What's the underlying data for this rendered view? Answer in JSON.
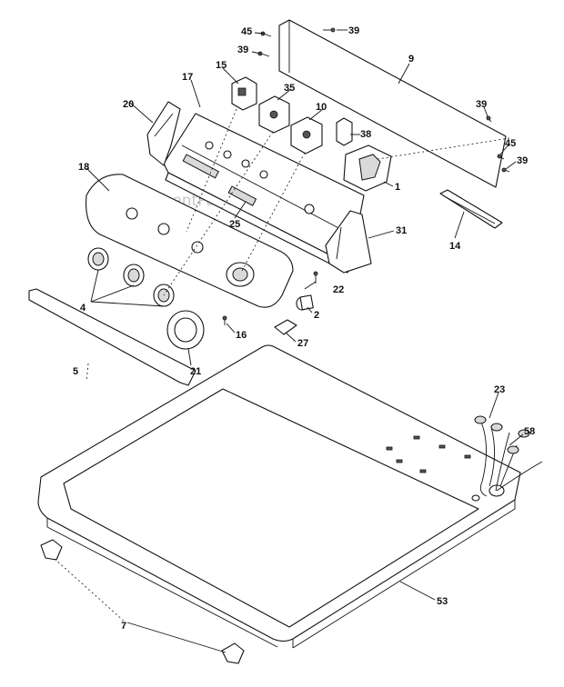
{
  "watermark": "eReplacementParts.com",
  "callouts": {
    "c45a": "45",
    "c39a": "39",
    "c39b": "39",
    "c9": "9",
    "c15": "15",
    "c17": "17",
    "c35": "35",
    "c20": "20",
    "c10": "10",
    "c38": "38",
    "c39c": "39",
    "c45b": "45",
    "c39d": "39",
    "c1": "1",
    "c18": "18",
    "c25": "25",
    "c31": "31",
    "c14": "14",
    "c4": "4",
    "c22": "22",
    "c2": "2",
    "c16": "16",
    "c27": "27",
    "c5": "5",
    "c21": "21",
    "c23": "23",
    "c58": "58",
    "c53": "53",
    "c7": "7"
  }
}
